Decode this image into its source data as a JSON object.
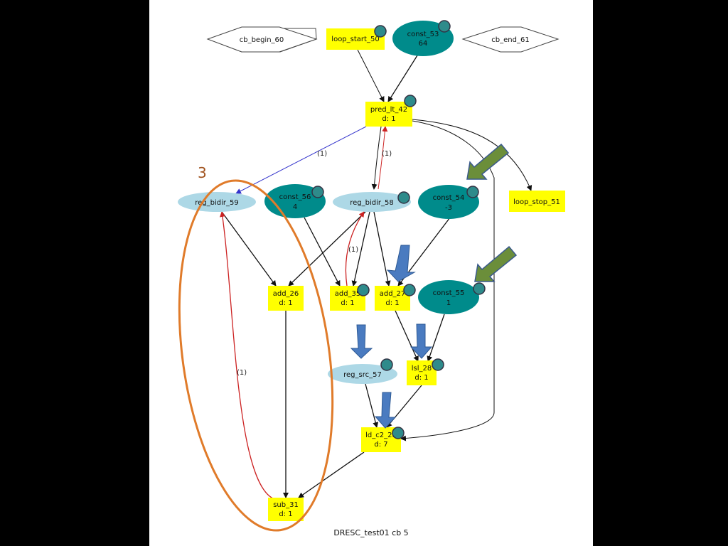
{
  "caption": "DRESC_test01 cb 5",
  "annotation_number": "3",
  "nodes": {
    "cb_begin_60": {
      "line1": "cb_begin_60",
      "line2": ""
    },
    "loop_start_50": {
      "line1": "loop_start_50",
      "line2": ""
    },
    "const_53": {
      "line1": "const_53",
      "line2": "64"
    },
    "cb_end_61": {
      "line1": "cb_end_61",
      "line2": ""
    },
    "pred_lt_42": {
      "line1": "pred_lt_42",
      "line2": "d: 1"
    },
    "reg_bidir_59": {
      "line1": "reg_bidir_59",
      "line2": ""
    },
    "const_56": {
      "line1": "const_56",
      "line2": "4"
    },
    "reg_bidir_58": {
      "line1": "reg_bidir_58",
      "line2": ""
    },
    "const_54": {
      "line1": "const_54",
      "line2": "-3"
    },
    "loop_stop_51": {
      "line1": "loop_stop_51",
      "line2": ""
    },
    "add_26": {
      "line1": "add_26",
      "line2": "d: 1"
    },
    "add_35": {
      "line1": "add_35",
      "line2": "d: 1"
    },
    "add_27": {
      "line1": "add_27",
      "line2": "d: 1"
    },
    "const_55": {
      "line1": "const_55",
      "line2": "1"
    },
    "reg_src_57": {
      "line1": "reg_src_57",
      "line2": ""
    },
    "lsl_28": {
      "line1": "lsl_28",
      "line2": "d: 1"
    },
    "ld_c2_29": {
      "line1": "ld_c2_29",
      "line2": "d: 7"
    },
    "sub_31": {
      "line1": "sub_31",
      "line2": "d: 1"
    }
  },
  "edge_labels": {
    "pred_to_reg59": "(1)",
    "reg58_to_pred": "(1)",
    "add35_to_reg58": "(1)",
    "sub31_to_reg59": "(1)"
  },
  "colors": {
    "yellow_box": "#ffff00",
    "teal_ellipse": "#008b8b",
    "light_blue_ellipse": "#add8e6",
    "red_edge": "#cc2222",
    "blue_edge": "#3333cc",
    "blue_arrow": "#4a7bc0",
    "green_arrow": "#6b8e3a",
    "orange_ellipse": "#e07b2a"
  }
}
